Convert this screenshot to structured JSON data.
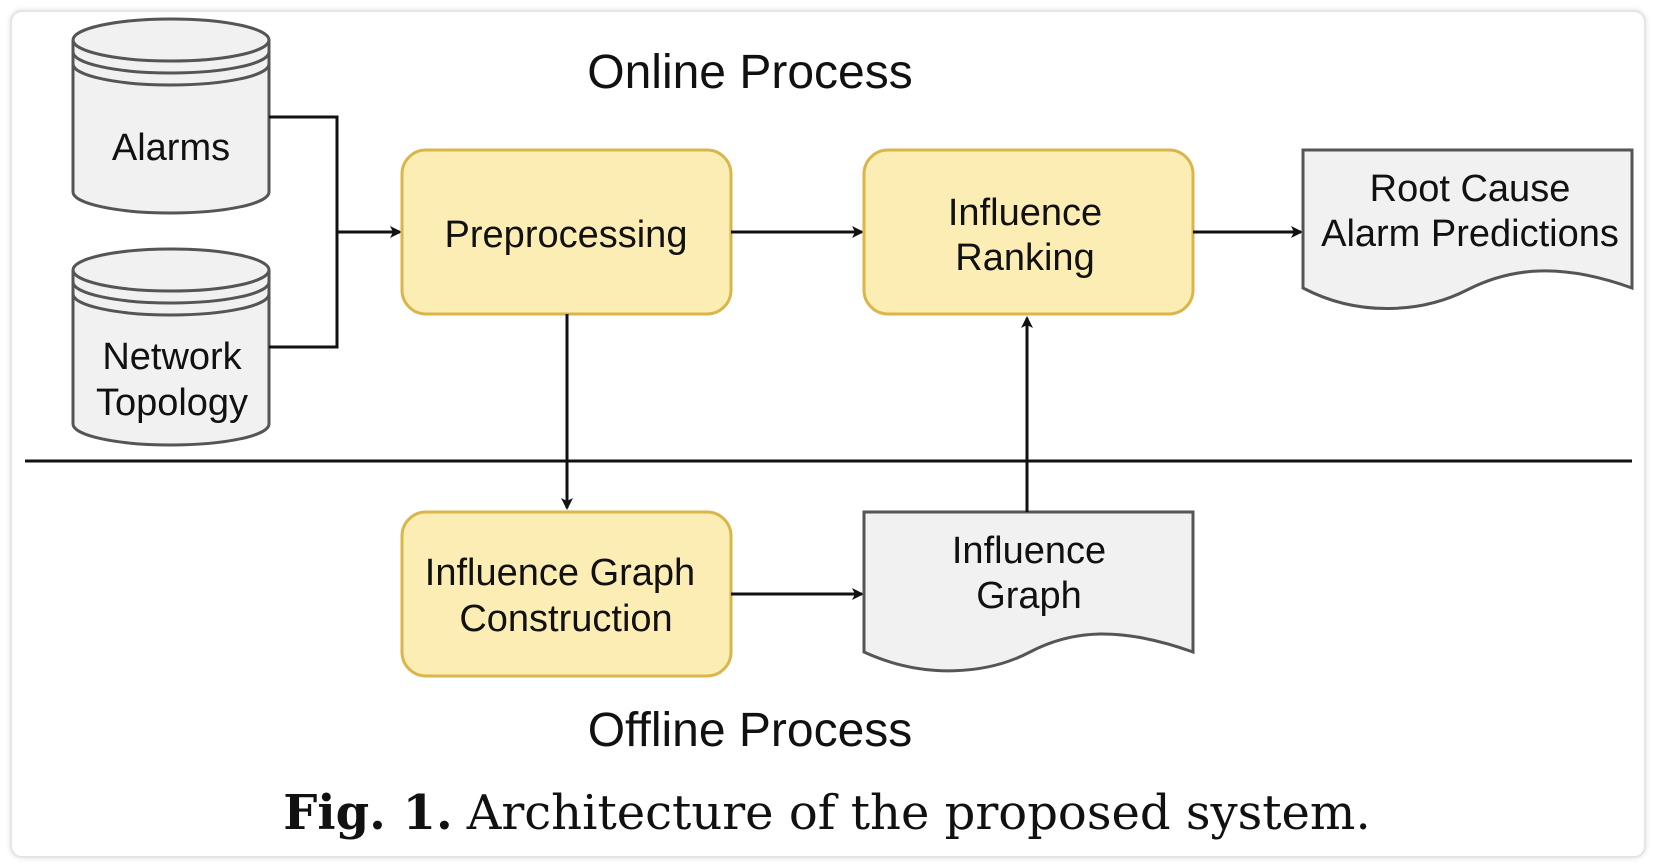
{
  "sections": {
    "online_title": "Online Process",
    "offline_title": "Offline Process"
  },
  "nodes": {
    "alarms": "Alarms",
    "network_topology": [
      "Network",
      "Topology"
    ],
    "preprocessing": "Preprocessing",
    "influence_ranking": [
      "Influence",
      "Ranking"
    ],
    "root_cause": [
      "Root Cause",
      "Alarm Predictions"
    ],
    "influence_graph_construction": [
      "Influence Graph",
      "Construction"
    ],
    "influence_graph": [
      "Influence",
      "Graph"
    ]
  },
  "caption": {
    "label": "Fig. 1.",
    "text": "Architecture of the proposed system."
  },
  "colors": {
    "process_fill": "#fcedb5",
    "process_stroke": "#d9b54a",
    "store_fill": "#f1f1f1",
    "store_stroke": "#555555",
    "line": "#111111"
  }
}
